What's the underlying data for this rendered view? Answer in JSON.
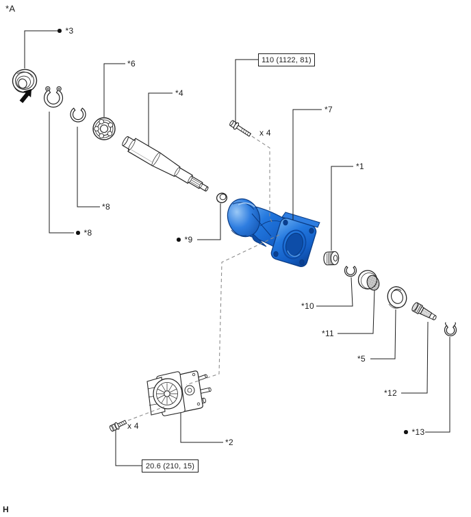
{
  "diagram": {
    "variant_marker": "*A",
    "footer_letter": "H",
    "callouts": {
      "c1": "*1",
      "c2": "*2",
      "c3": "*3",
      "c4": "*4",
      "c5": "*5",
      "c6": "*6",
      "c7": "*7",
      "c8_top": "*8",
      "c8_bottom": "*8",
      "c9": "*9",
      "c10": "*10",
      "c11": "*11",
      "c12": "*12",
      "c13": "*13"
    },
    "torque_specs": {
      "top": "110 (1122, 81)",
      "bottom": "20.6 (210, 15)"
    },
    "quantities": {
      "top_bolt": "x 4",
      "bottom_bolt": "x 4"
    },
    "colors": {
      "highlight_part": "#1e6fd2",
      "highlight_dark": "#0a3f92",
      "highlight_light": "#7ab1ef",
      "outline": "#1a1a1a",
      "leader_dash": "#8c8c8c"
    }
  }
}
